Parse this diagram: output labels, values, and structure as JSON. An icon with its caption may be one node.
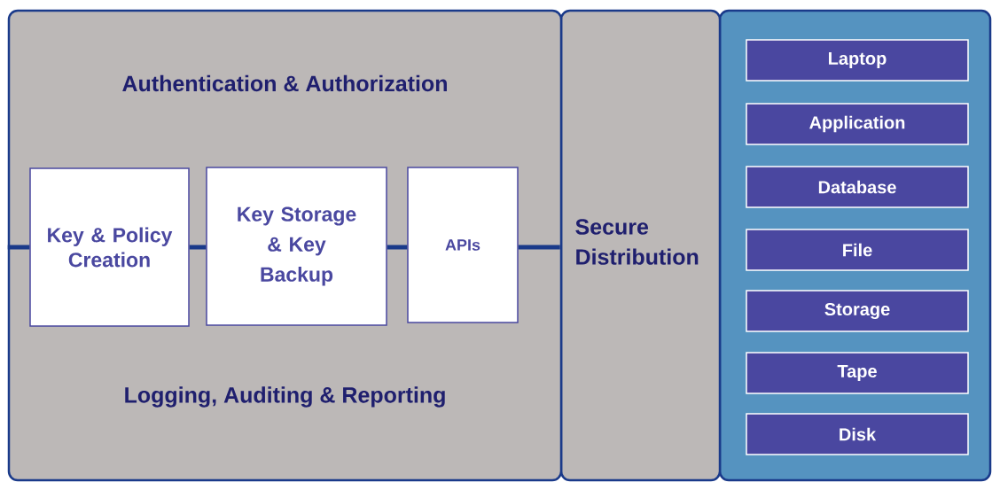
{
  "diagram": {
    "nodes": [
      {
        "text": [
          "Authentication & Authorization",
          "Logging, Auditing & Reporting"
        ]
      },
      {
        "text": [
          "Key & Policy Creation"
        ],
        "in": 0
      },
      {
        "text": [
          "Key  Storage & Key Backup"
        ],
        "in": 0
      },
      {
        "text": [
          "APIs"
        ],
        "in": 0
      },
      {
        "text": [
          "Secure Distribution"
        ]
      },
      {
        "text": [],
        "shape": "box"
      },
      {
        "text": [
          "Laptop"
        ],
        "in": 5
      },
      {
        "text": [
          "Application"
        ],
        "in": 5
      },
      {
        "text": [
          "Database"
        ],
        "in": 5
      },
      {
        "text": [
          "File"
        ],
        "in": 5
      },
      {
        "text": [
          "Storage"
        ],
        "in": 5
      },
      {
        "text": [
          "Tape"
        ],
        "in": 5
      },
      {
        "text": [
          "Disk"
        ],
        "in": 5
      }
    ],
    "edges": [
      {
        "from": 0,
        "to": 1,
        "arrow": "none"
      },
      {
        "from": 1,
        "to": 2,
        "arrow": "none"
      },
      {
        "from": 2,
        "to": 3,
        "arrow": "none"
      },
      {
        "from": 3,
        "to": 4,
        "arrow": "none"
      }
    ]
  }
}
